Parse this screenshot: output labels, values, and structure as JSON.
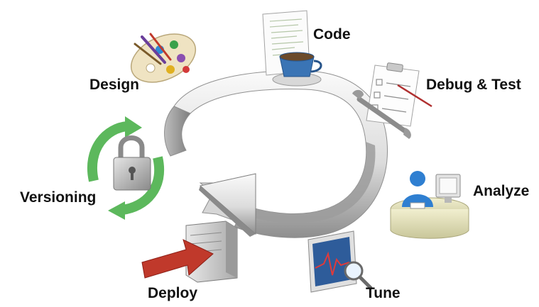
{
  "diagram": {
    "title": "",
    "stages": {
      "code": "Code",
      "design": "Design",
      "debug_test": "Debug & Test",
      "analyze": "Analyze",
      "versioning": "Versioning",
      "deploy": "Deploy",
      "tune": "Tune"
    },
    "cycle_direction": "clockwise"
  },
  "colors": {
    "arrow_light": "#f2f2f2",
    "arrow_dark": "#9a9a9a",
    "versioning_green": "#5cb85c",
    "deploy_red": "#c0392b",
    "analyze_blue": "#2f7fd1",
    "coffee_blue": "#3a74b5"
  },
  "icons": [
    "palette-icon",
    "code-document-icon",
    "coffee-cup-icon",
    "checklist-icon",
    "wrench-icon",
    "padlock-icon",
    "green-cycle-arrows-icon",
    "server-icon",
    "red-arrow-icon",
    "person-at-desk-icon",
    "monitor-graph-icon",
    "magnifier-icon"
  ]
}
